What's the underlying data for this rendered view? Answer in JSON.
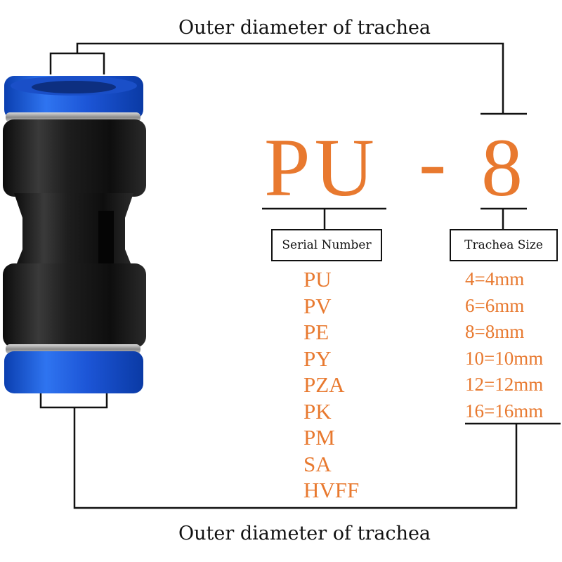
{
  "top_label": "Outer diameter of trachea",
  "bottom_label": "Outer diameter of trachea",
  "model": {
    "series": "PU",
    "dash": "-",
    "size": "8"
  },
  "serial_box_label": "Serial Number",
  "size_box_label": "Trachea Size",
  "serial_numbers": [
    "PU",
    "PV",
    "PE",
    "PY",
    "PZA",
    "PK",
    "PM",
    "SA",
    "HVFF"
  ],
  "trachea_sizes": [
    "4=4mm",
    "6=6mm",
    "8=8mm",
    "10=10mm",
    "12=12mm",
    "16=16mm"
  ],
  "colors": {
    "accent": "#E8792F",
    "line": "#111111",
    "fitting_blue": "#1E5BD8",
    "fitting_body": "#1a1a1a"
  },
  "product_image": "push-to-connect straight pneumatic fitting"
}
